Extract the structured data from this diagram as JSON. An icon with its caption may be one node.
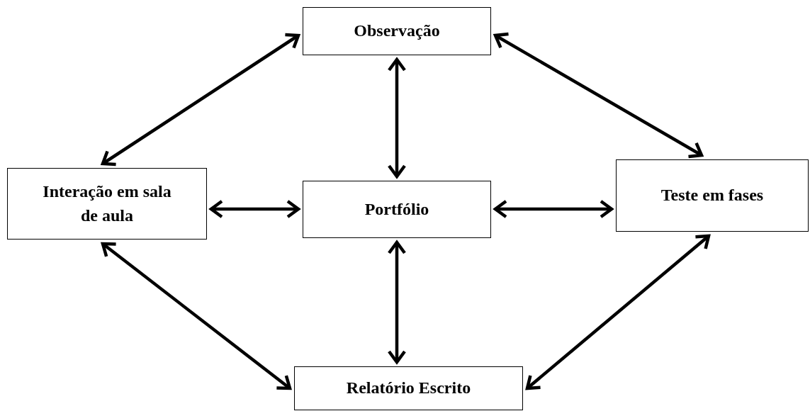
{
  "diagram": {
    "nodes": [
      {
        "text": [
          "Observação"
        ]
      },
      {
        "text": [
          "Interação em sala de aula"
        ]
      },
      {
        "text": [
          "Portfólio"
        ]
      },
      {
        "text": [
          "Teste em fases"
        ]
      },
      {
        "text": [
          "Relatório Escrito"
        ]
      }
    ],
    "edges": [
      {
        "from": 0,
        "to": 1,
        "arrow": "both"
      },
      {
        "from": 0,
        "to": 3,
        "arrow": "both"
      },
      {
        "from": 0,
        "to": 2,
        "arrow": "both"
      },
      {
        "from": 1,
        "to": 2,
        "arrow": "both"
      },
      {
        "from": 2,
        "to": 3,
        "arrow": "both"
      },
      {
        "from": 2,
        "to": 4,
        "arrow": "both"
      },
      {
        "from": 1,
        "to": 4,
        "arrow": "both"
      },
      {
        "from": 3,
        "to": 4,
        "arrow": "both"
      }
    ]
  }
}
